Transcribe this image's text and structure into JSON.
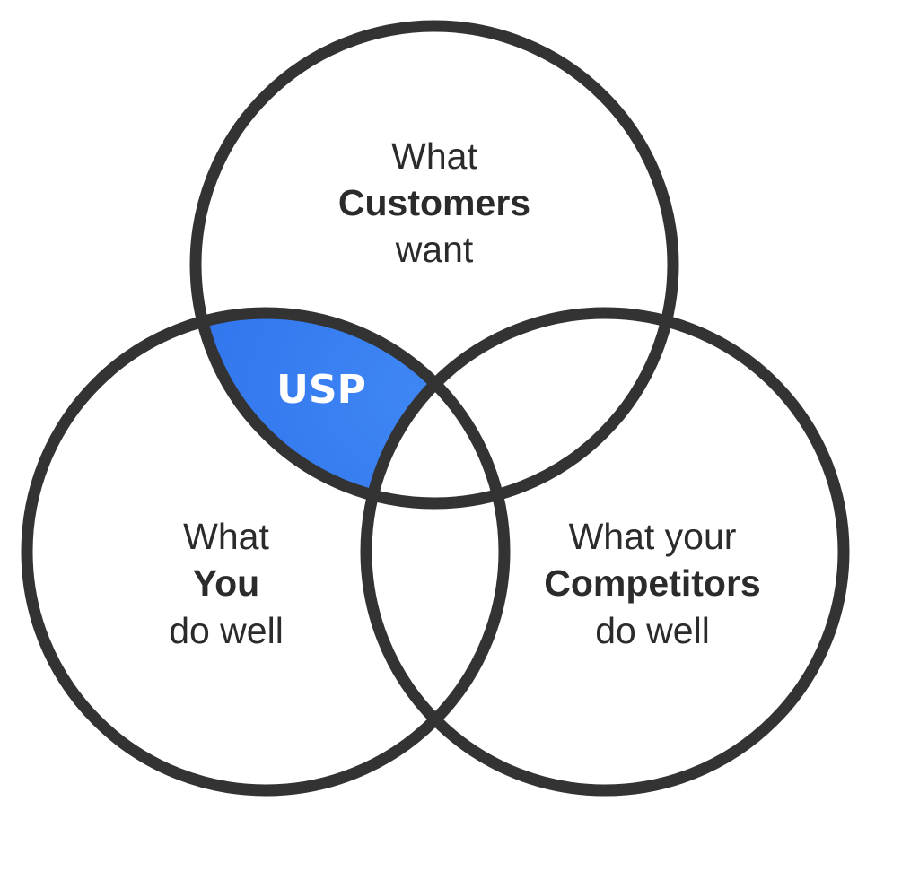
{
  "colors": {
    "outline": "#333333",
    "text": "#2b2b2b",
    "usp_fill_center": "#3f86f5",
    "usp_fill_edge": "#1d5fe0",
    "usp_text": "#ffffff",
    "background": "#ffffff"
  },
  "usp": {
    "label": "USP"
  },
  "customers": {
    "line1": "What",
    "line2": "Customers",
    "line3": "want"
  },
  "you": {
    "line1": "What",
    "line2": "You",
    "line3": "do well"
  },
  "competitors": {
    "line1": "What your",
    "line2": "Competitors",
    "line3": "do well"
  }
}
